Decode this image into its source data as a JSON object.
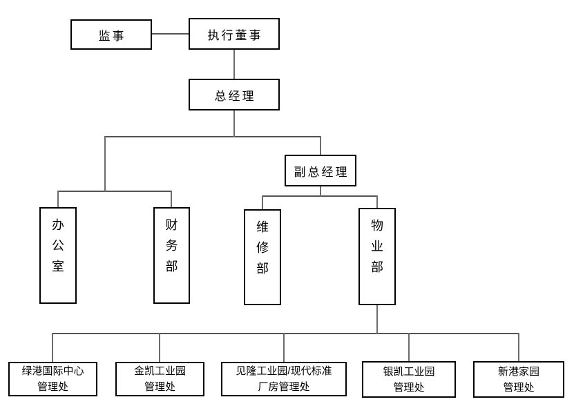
{
  "diagram_type": "org-chart",
  "colors": {
    "background": "#ffffff",
    "box_border": "#000000",
    "connector_vertical": "#6b6b6b",
    "connector_horizontal": "#1a1a1a",
    "text": "#000000"
  },
  "nodes": {
    "supervisor": {
      "label": "监事"
    },
    "executive_director": {
      "label": "执行董事"
    },
    "general_manager": {
      "label": "总经理"
    },
    "deputy_general_manager": {
      "label": "副总经理"
    },
    "office": {
      "label": "办公室"
    },
    "finance_dept": {
      "label": "财务部"
    },
    "maintenance_dept": {
      "label": "维修部"
    },
    "property_dept": {
      "label": "物业部"
    }
  },
  "management_offices": [
    {
      "line1": "绿港国际中心",
      "line2": "管理处"
    },
    {
      "line1": "金凯工业园",
      "line2": "管理处"
    },
    {
      "line1": "见隆工业园/现代标准",
      "line2": "厂房管理处"
    },
    {
      "line1": "银凯工业园",
      "line2": "管理处"
    },
    {
      "line1": "新港家园",
      "line2": "管理处"
    }
  ],
  "edges": [
    {
      "from": "supervisor",
      "to": "executive_director"
    },
    {
      "from": "executive_director",
      "to": "general_manager"
    },
    {
      "from": "general_manager",
      "to": "office"
    },
    {
      "from": "general_manager",
      "to": "finance_dept"
    },
    {
      "from": "general_manager",
      "to": "deputy_general_manager"
    },
    {
      "from": "deputy_general_manager",
      "to": "maintenance_dept"
    },
    {
      "from": "deputy_general_manager",
      "to": "property_dept"
    },
    {
      "from": "property_dept",
      "to": "management_offices.0"
    },
    {
      "from": "property_dept",
      "to": "management_offices.1"
    },
    {
      "from": "property_dept",
      "to": "management_offices.2"
    },
    {
      "from": "property_dept",
      "to": "management_offices.3"
    },
    {
      "from": "property_dept",
      "to": "management_offices.4"
    }
  ]
}
